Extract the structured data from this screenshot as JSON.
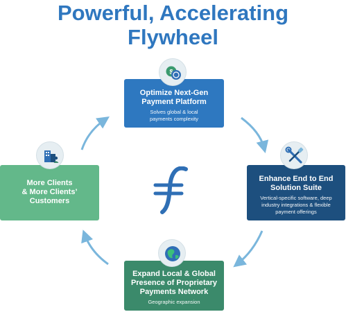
{
  "title": {
    "line1": "Powerful, Accelerating",
    "line2": "Flywheel"
  },
  "colors": {
    "title": "#2f77bf",
    "top_card": "#2e78c0",
    "right_card": "#1d4f7e",
    "bottom_card": "#3b8a6b",
    "left_card": "#63b88a",
    "arrow": "#7ab6dc",
    "logo": "#2f6fb5"
  },
  "cards": {
    "top": {
      "heading_line1": "Optimize Next-Gen",
      "heading_line2": "Payment Platform",
      "desc_line1": "Solves global & local",
      "desc_line2": "payments complexity",
      "icon": "currency-coins-icon"
    },
    "right": {
      "heading_line1": "Enhance End to End",
      "heading_line2": "Solution Suite",
      "desc_line1": "Vertical-specific software, deep",
      "desc_line2": "industry integrations & flexible",
      "desc_line3": "payment offerings",
      "icon": "wrench-screwdriver-icon"
    },
    "bottom": {
      "heading_line1": "Expand Local & Global",
      "heading_line2": "Presence of Proprietary",
      "heading_line3": "Payments Network",
      "desc_line1": "Geographic expansion",
      "icon": "globe-icon"
    },
    "left": {
      "heading_line1": "More Clients",
      "heading_line2": "& More Clients’",
      "heading_line3": "Customers",
      "icon": "buildings-people-icon"
    }
  }
}
